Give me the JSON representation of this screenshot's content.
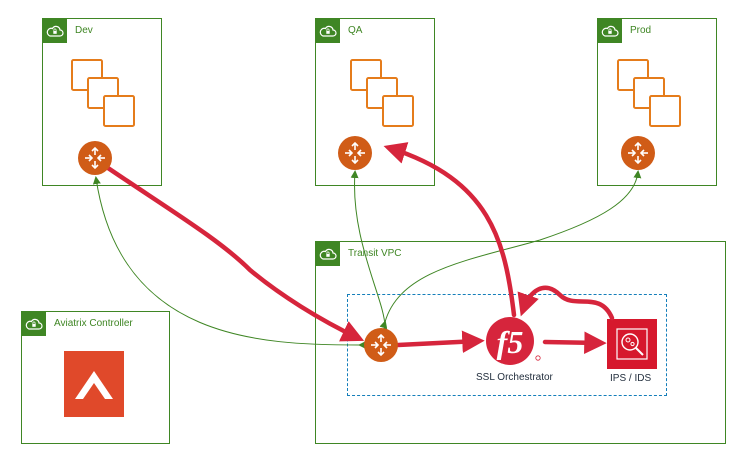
{
  "diagram": {
    "vpcs": [
      {
        "id": "dev",
        "label": "Dev"
      },
      {
        "id": "qa",
        "label": "QA"
      },
      {
        "id": "prod",
        "label": "Prod"
      },
      {
        "id": "transit",
        "label": "Transit VPC"
      },
      {
        "id": "controller",
        "label": "Aviatrix Controller"
      }
    ],
    "components": {
      "ssl_orchestrator": {
        "label": "SSL Orchestrator",
        "logo_text": "f5"
      },
      "ips_ids": {
        "label": "IPS / IDS"
      }
    },
    "colors": {
      "vpc_border": "#3f8624",
      "router": "#d05c17",
      "instance": "#e57c1b",
      "traffic_flow": "#d6253c",
      "control_flow": "#3f8624",
      "inspection_zone": "#147eba",
      "aviatrix": "#e0492a",
      "ips": "#d6182d"
    },
    "flows": [
      {
        "type": "traffic",
        "from": "Dev gateway",
        "to": "Transit gateway"
      },
      {
        "type": "traffic",
        "from": "Transit gateway",
        "to": "SSL Orchestrator"
      },
      {
        "type": "traffic",
        "from": "SSL Orchestrator",
        "to": "IPS / IDS"
      },
      {
        "type": "traffic",
        "from": "IPS / IDS",
        "to": "SSL Orchestrator"
      },
      {
        "type": "traffic",
        "from": "SSL Orchestrator",
        "to": "QA gateway"
      },
      {
        "type": "control",
        "from": "Transit gateway",
        "to": "Dev gateway"
      },
      {
        "type": "control",
        "from": "Transit gateway",
        "to": "QA gateway"
      },
      {
        "type": "control",
        "from": "Transit gateway",
        "to": "Prod gateway"
      }
    ]
  }
}
